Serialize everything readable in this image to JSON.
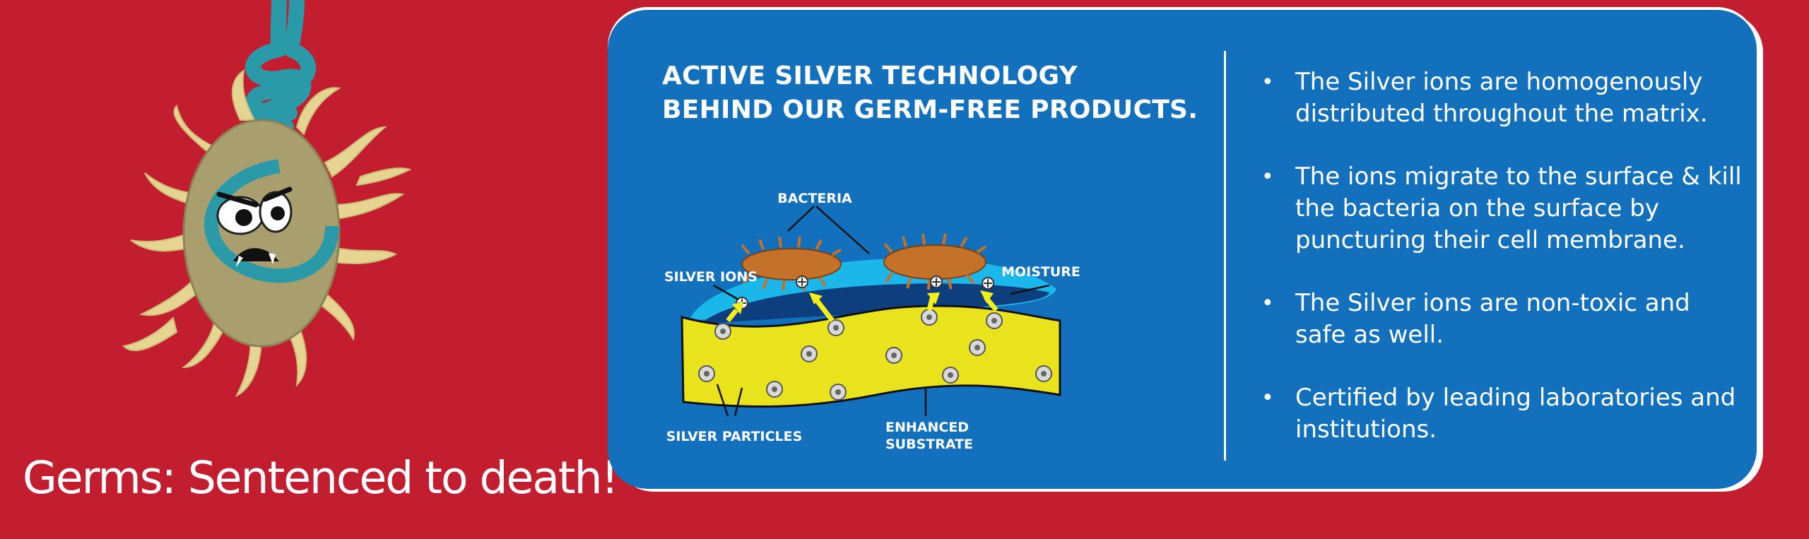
{
  "tagline": "Germs: Sentenced to death!",
  "panel": {
    "heading_line1": "ACTIVE SILVER TECHNOLOGY",
    "heading_line2": "BEHIND OUR GERM-FREE PRODUCTS.",
    "diagram": {
      "bacteria_label": "BACTERIA",
      "silver_ions_label": "SILVER IONS",
      "moisture_label": "MOISTURE",
      "silver_particles_label": "SILVER PARTICLES",
      "substrate_label_line1": "ENHANCED",
      "substrate_label_line2": "SUBSTRATE"
    },
    "bullets": [
      "The Silver ions are homogenously distributed throughout the matrix.",
      "The ions migrate to the surface & kill the bacteria on the surface by puncturing their cell membrane.",
      "The Silver ions are non-toxic and safe as well.",
      "Certified by leading laboratories and institutions."
    ]
  },
  "colors": {
    "background": "#c21e2f",
    "panel": "#1270bd",
    "substrate": "#e8e31c",
    "moisture": "#1bb6ea",
    "bacteria": "#c4722a",
    "rope": "#2a9aa8",
    "germ_body": "#a89e6e",
    "germ_tentacles": "#e6d592"
  }
}
